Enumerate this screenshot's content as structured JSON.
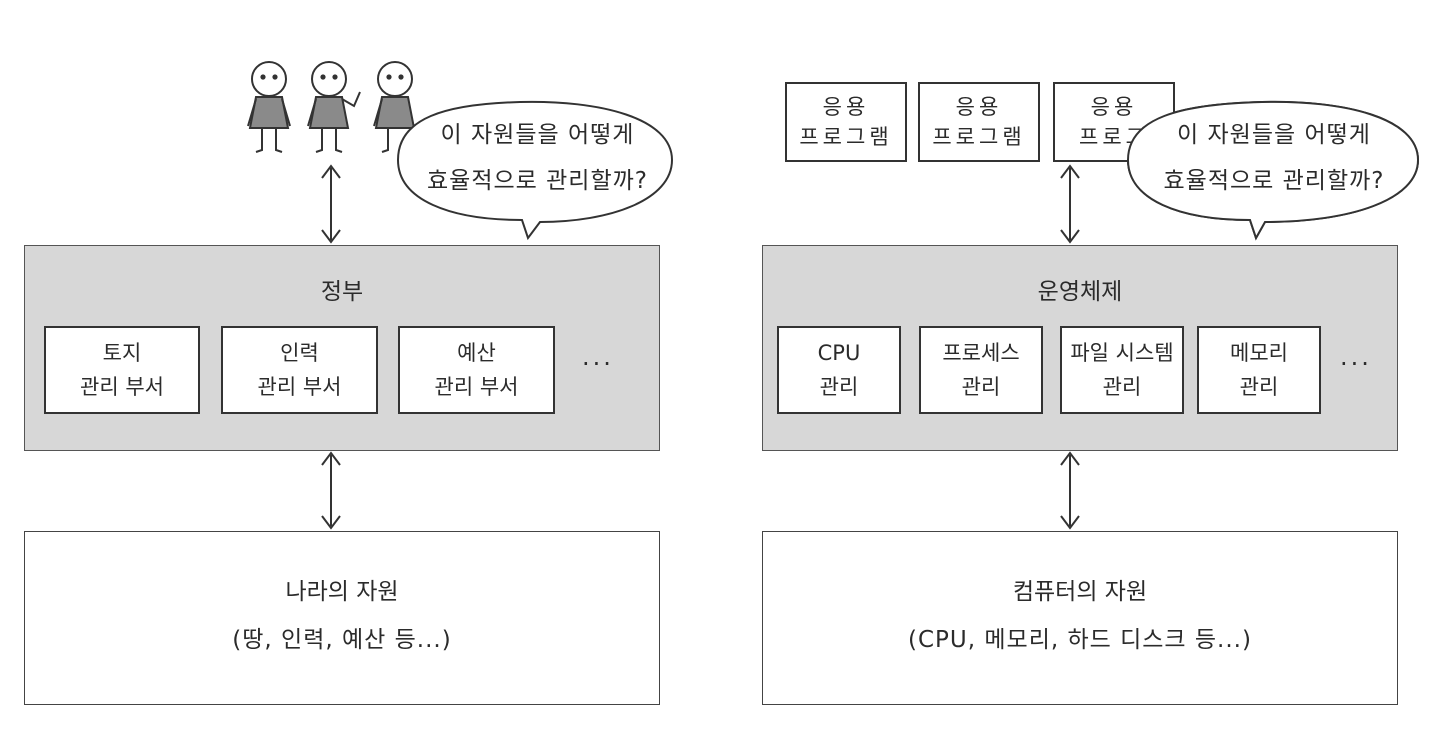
{
  "left": {
    "panel_title": "정부",
    "departments": [
      {
        "line1": "토지",
        "line2": "관리 부서"
      },
      {
        "line1": "인력",
        "line2": "관리 부서"
      },
      {
        "line1": "예산",
        "line2": "관리 부서"
      }
    ],
    "more": "···",
    "bubble": {
      "line1": "이 자원들을 어떻게",
      "line2": "효율적으로 관리할까?"
    },
    "resource": {
      "title": "나라의 자원",
      "detail": "(땅, 인력, 예산 등...)"
    }
  },
  "right": {
    "apps": [
      {
        "line1": "응용",
        "line2": "프로그램"
      },
      {
        "line1": "응용",
        "line2": "프로그램"
      },
      {
        "line1": "응용",
        "line2": "프로그"
      }
    ],
    "panel_title": "운영체제",
    "modules": [
      {
        "line1": "CPU",
        "line2": "관리"
      },
      {
        "line1": "프로세스",
        "line2": "관리"
      },
      {
        "line1": "파일 시스템",
        "line2": "관리"
      },
      {
        "line1": "메모리",
        "line2": "관리"
      }
    ],
    "more": "···",
    "bubble": {
      "line1": "이 자원들을 어떻게",
      "line2": "효율적으로 관리할까?"
    },
    "resource": {
      "title": "컴퓨터의 자원",
      "detail": "(CPU, 메모리, 하드 디스크 등...)"
    }
  }
}
